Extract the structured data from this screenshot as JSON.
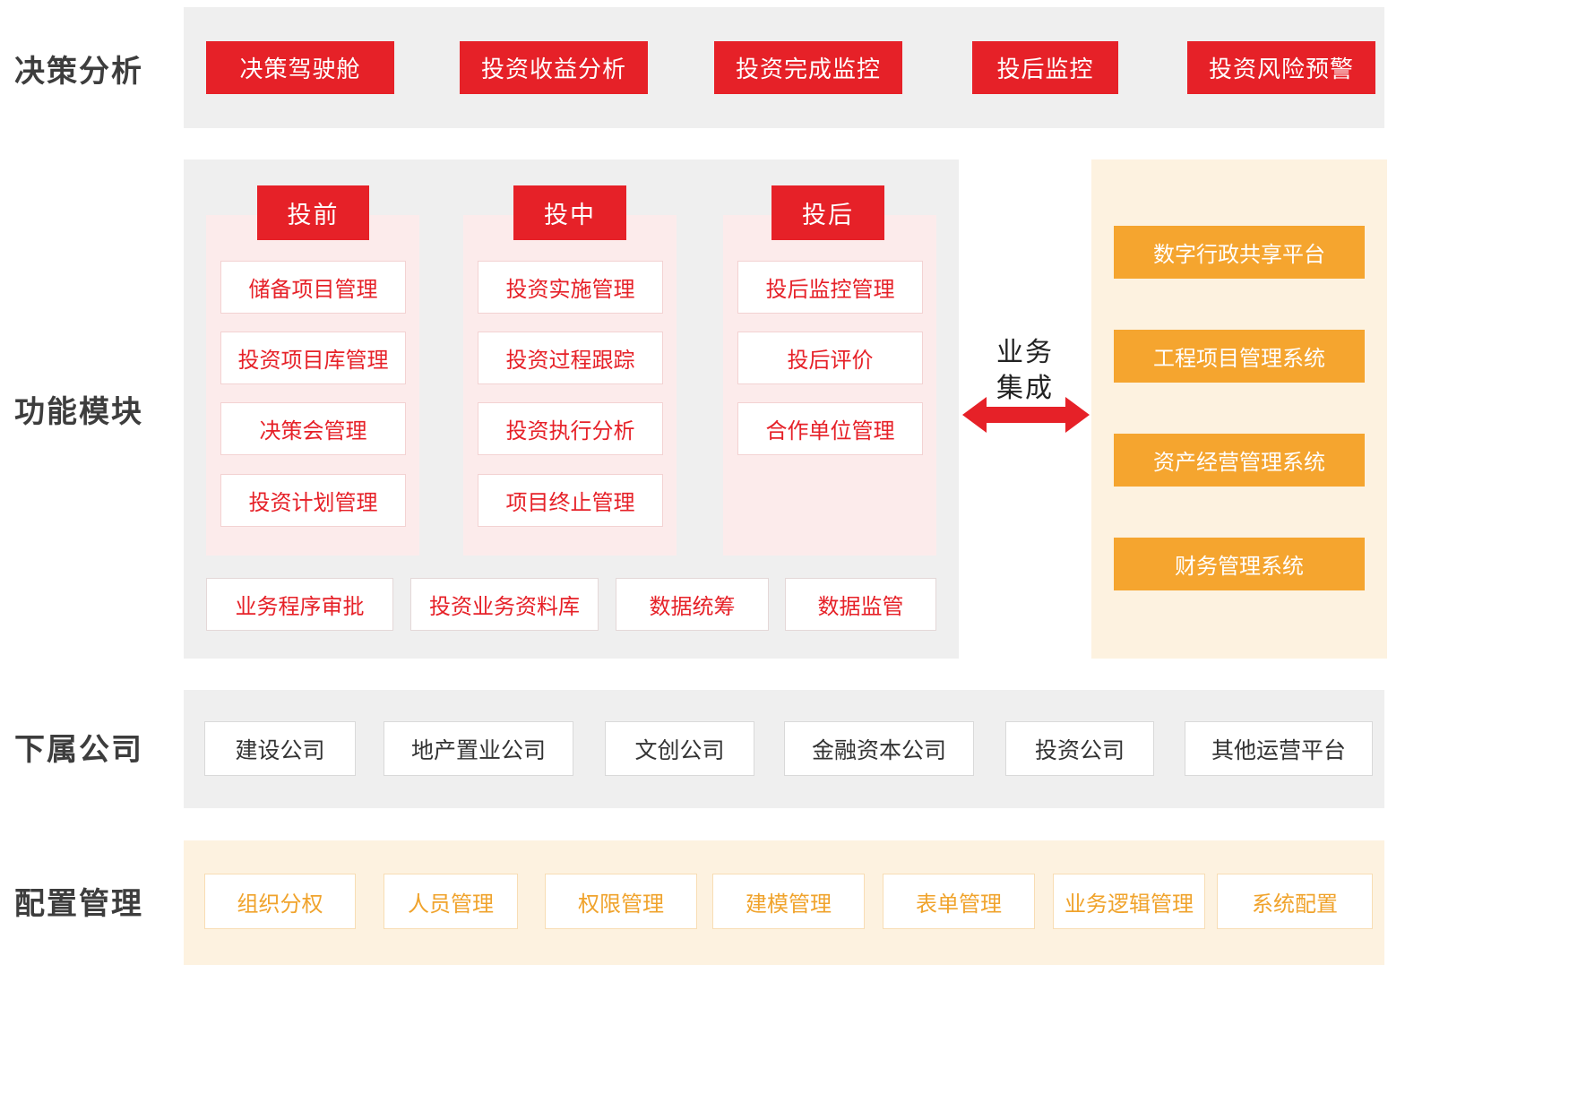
{
  "decision": {
    "label": "决策分析",
    "items": [
      "决策驾驶舱",
      "投资收益分析",
      "投资完成监控",
      "投后监控",
      "投资风险预警"
    ]
  },
  "modules": {
    "label": "功能模块",
    "pre": {
      "header": "投前",
      "items": [
        "储备项目管理",
        "投资项目库管理",
        "决策会管理",
        "投资计划管理"
      ]
    },
    "mid": {
      "header": "投中",
      "items": [
        "投资实施管理",
        "投资过程跟踪",
        "投资执行分析",
        "项目终止管理"
      ]
    },
    "post": {
      "header": "投后",
      "items": [
        "投后监控管理",
        "投后评价",
        "合作单位管理"
      ]
    },
    "bottom": [
      "业务程序审批",
      "投资业务资料库",
      "数据统筹",
      "数据监管"
    ]
  },
  "integration": {
    "line1": "业务",
    "line2": "集成",
    "systems": [
      "数字行政共享平台",
      "工程项目管理系统",
      "资产经营管理系统",
      "财务管理系统"
    ]
  },
  "subsidiaries": {
    "label": "下属公司",
    "items": [
      "建设公司",
      "地产置业公司",
      "文创公司",
      "金融资本公司",
      "投资公司",
      "其他运营平台"
    ]
  },
  "config": {
    "label": "配置管理",
    "items": [
      "组织分权",
      "人员管理",
      "权限管理",
      "建模管理",
      "表单管理",
      "业务逻辑管理",
      "系统配置"
    ]
  },
  "colors": {
    "red": "#e62128",
    "orange": "#f5a52f",
    "panel_gray": "#efefef",
    "panel_pink": "#fcebeb",
    "panel_cream": "#fdf2e0"
  }
}
